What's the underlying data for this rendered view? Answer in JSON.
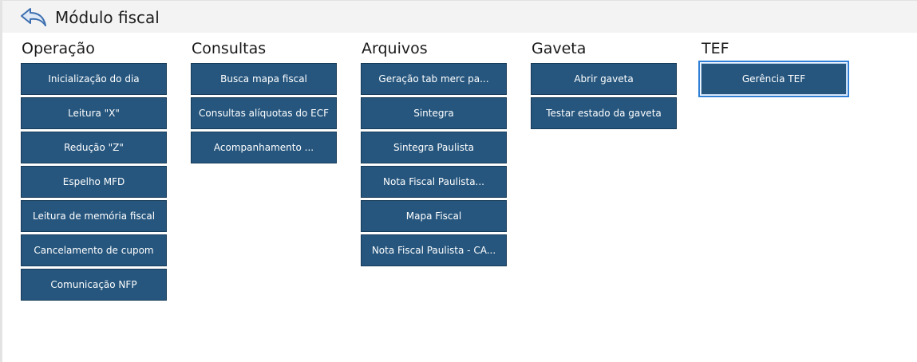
{
  "header": {
    "title": "Módulo fiscal",
    "back_icon": "back-arrow-icon"
  },
  "groups": [
    {
      "title": "Operação",
      "buttons": [
        "Inicialização do dia",
        "Leitura \"X\"",
        "Redução \"Z\"",
        "Espelho MFD",
        "Leitura de memória fiscal",
        "Cancelamento de cupom",
        "Comunicação NFP"
      ]
    },
    {
      "title": "Consultas",
      "buttons": [
        "Busca mapa fiscal",
        "Consultas alíquotas do ECF",
        "Acompanhamento ..."
      ]
    },
    {
      "title": "Arquivos",
      "buttons": [
        "Geração tab merc pa...",
        "Sintegra",
        "Sintegra Paulista",
        "Nota Fiscal Paulista...",
        "Mapa Fiscal",
        "Nota Fiscal Paulista - CA..."
      ]
    },
    {
      "title": "Gaveta",
      "buttons": [
        "Abrir gaveta",
        "Testar estado da gaveta"
      ]
    },
    {
      "title": "TEF",
      "buttons": [
        "Gerência TEF"
      ]
    }
  ],
  "colors": {
    "button_bg": "#26567e",
    "focus_outline": "#2f7fd6"
  }
}
